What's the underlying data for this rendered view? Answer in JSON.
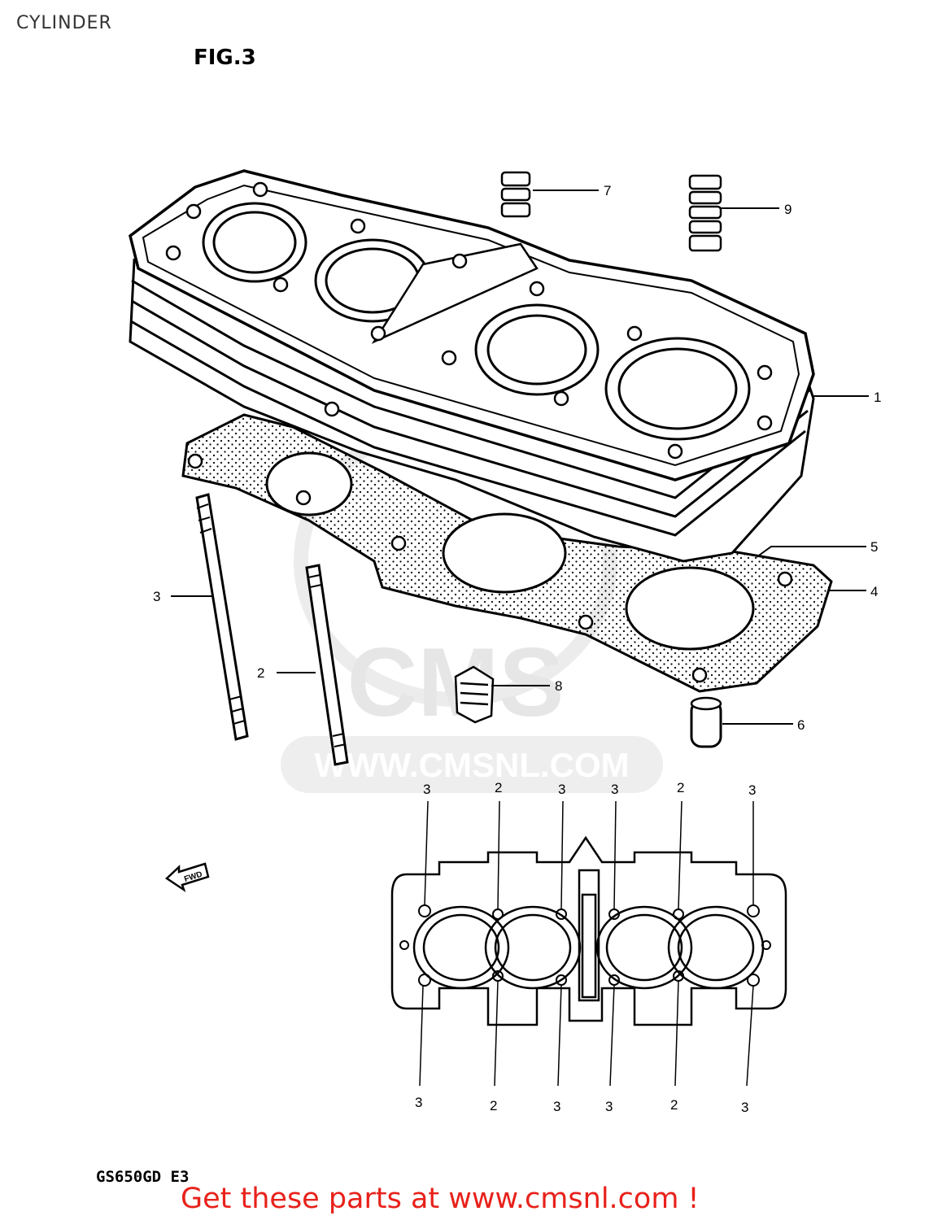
{
  "header": {
    "title": "CYLINDER",
    "figure": "FIG.3"
  },
  "watermark": {
    "brand": "CMS",
    "url": "WWW.CMSNL.COM"
  },
  "callouts": {
    "p1": "1",
    "p2": "2",
    "p3": "3",
    "p4": "4",
    "p5": "5",
    "p6": "6",
    "p7": "7",
    "p8": "8",
    "p9": "9"
  },
  "fwd_arrow": "FWD",
  "top_view": {
    "top_labels": [
      "3",
      "2",
      "3",
      "3",
      "2",
      "3"
    ],
    "bottom_labels": [
      "3",
      "2",
      "3",
      "3",
      "2",
      "3"
    ]
  },
  "footer": {
    "model_code": "GS650GD E3",
    "cta": "Get these parts at www.cmsnl.com !"
  },
  "colors": {
    "cta": "#e8211a",
    "line": "#000000",
    "watermark": "#e6e6e6"
  }
}
